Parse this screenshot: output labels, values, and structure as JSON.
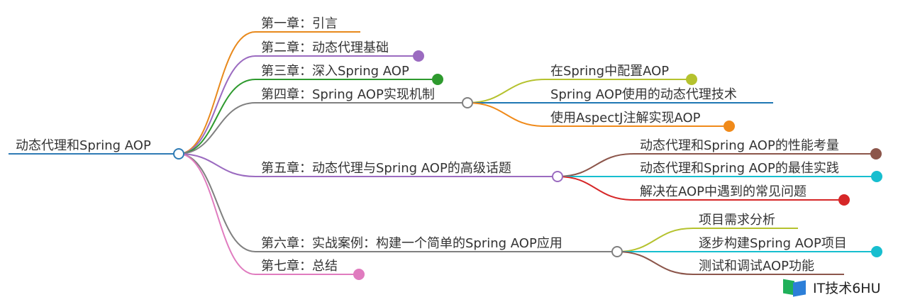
{
  "root": {
    "label": "动态代理和Spring AOP",
    "color": "#2f7bb5"
  },
  "chapters": [
    {
      "label": "第一章：引言",
      "color": "#e8891c",
      "children": []
    },
    {
      "label": "第二章：动态代理基础",
      "color": "#9b6bc0",
      "children": []
    },
    {
      "label": "第三章：深入Spring AOP",
      "color": "#2e9a2e",
      "children": []
    },
    {
      "label": "第四章：Spring AOP实现机制",
      "color": "#808080",
      "children": [
        {
          "label": "在Spring中配置AOP",
          "color": "#b5c22e"
        },
        {
          "label": "Spring AOP使用的动态代理技术",
          "color": "#1f77b4"
        },
        {
          "label": "使用AspectJ注解实现AOP",
          "color": "#f08a1a"
        }
      ]
    },
    {
      "label": "第五章：动态代理与Spring AOP的高级话题",
      "color": "#9b6bc0",
      "children": [
        {
          "label": "动态代理和Spring AOP的性能考量",
          "color": "#8c564b"
        },
        {
          "label": "动态代理和Spring AOP的最佳实践",
          "color": "#17becf"
        },
        {
          "label": "解决在AOP中遇到的常见问题",
          "color": "#d62728"
        }
      ]
    },
    {
      "label": "第六章：实战案例：构建一个简单的Spring AOP应用",
      "color": "#808080",
      "children": [
        {
          "label": "项目需求分析",
          "color": "#b5c22e"
        },
        {
          "label": "逐步构建Spring AOP项目",
          "color": "#17becf"
        },
        {
          "label": "测试和调试AOP功能",
          "color": "#8c564b"
        }
      ]
    },
    {
      "label": "第七章：总结",
      "color": "#e07bbf",
      "children": []
    }
  ],
  "watermark": {
    "text": "IT技术6HU"
  }
}
